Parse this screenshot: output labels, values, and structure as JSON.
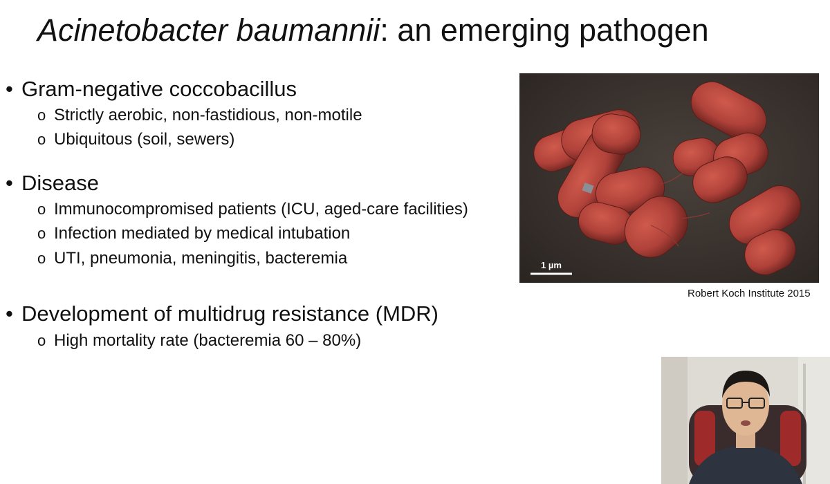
{
  "title": {
    "italic": "Acinetobacter baumannii",
    "rest": ": an emerging pathogen"
  },
  "bullets": [
    {
      "text": "Gram-negative coccobacillus",
      "sub": [
        "Strictly aerobic, non-fastidious, non-motile",
        "Ubiquitous (soil, sewers)"
      ]
    },
    {
      "text": "Disease",
      "sub": [
        "Immunocompromised patients (ICU, aged-care facilities)",
        "Infection mediated by medical intubation",
        "UTI, pneumonia, meningitis, bacteremia"
      ]
    },
    {
      "text": "Development of multidrug resistance (MDR)",
      "sub": [
        "High mortality rate (bacteremia 60 – 80%)"
      ]
    }
  ],
  "image": {
    "scale_bar_label": "1 µm",
    "credit": "Robert Koch Institute 2015"
  },
  "colors": {
    "bacteria": "#b0423a",
    "background": "#3c3530"
  }
}
